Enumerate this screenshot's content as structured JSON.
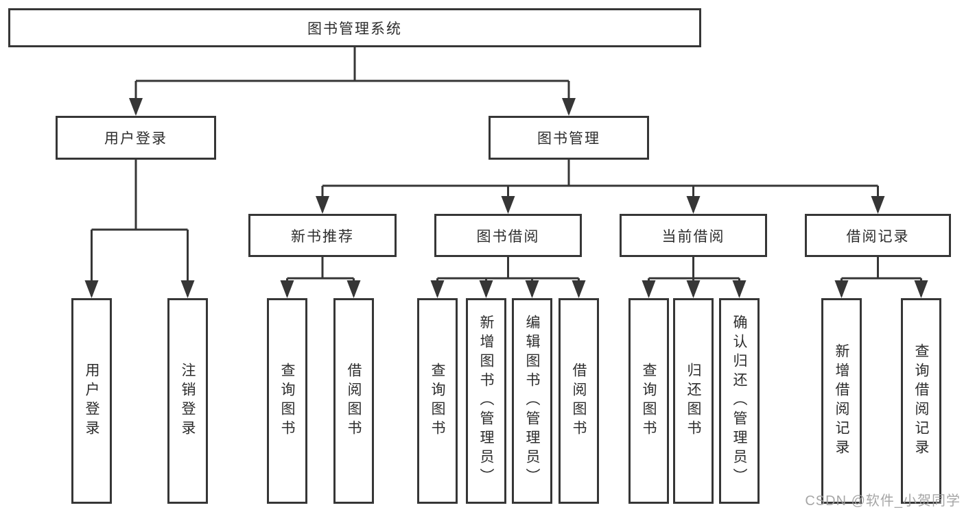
{
  "colors": {
    "line": "#363636",
    "text": "#2d2d2d",
    "background": "#ffffff",
    "watermark": "#9e9e9e"
  },
  "watermark": "CSDN @软件_小贺同学",
  "tree": {
    "root": {
      "label": "图书管理系统"
    },
    "branches": [
      {
        "label": "用户登录",
        "children": [
          {
            "label": "用户登录"
          },
          {
            "label": "注销登录"
          }
        ]
      },
      {
        "label": "图书管理",
        "sections": [
          {
            "label": "新书推荐",
            "children": [
              {
                "label": "查询图书"
              },
              {
                "label": "借阅图书"
              }
            ]
          },
          {
            "label": "图书借阅",
            "children": [
              {
                "label": "查询图书"
              },
              {
                "label": "新增图书（管理员）"
              },
              {
                "label": "编辑图书（管理员）"
              },
              {
                "label": "借阅图书"
              }
            ]
          },
          {
            "label": "当前借阅",
            "children": [
              {
                "label": "查询图书"
              },
              {
                "label": "归还图书"
              },
              {
                "label": "确认归还（管理员）"
              }
            ]
          },
          {
            "label": "借阅记录",
            "children": [
              {
                "label": "新增借阅记录"
              },
              {
                "label": "查询借阅记录"
              }
            ]
          }
        ]
      }
    ]
  }
}
